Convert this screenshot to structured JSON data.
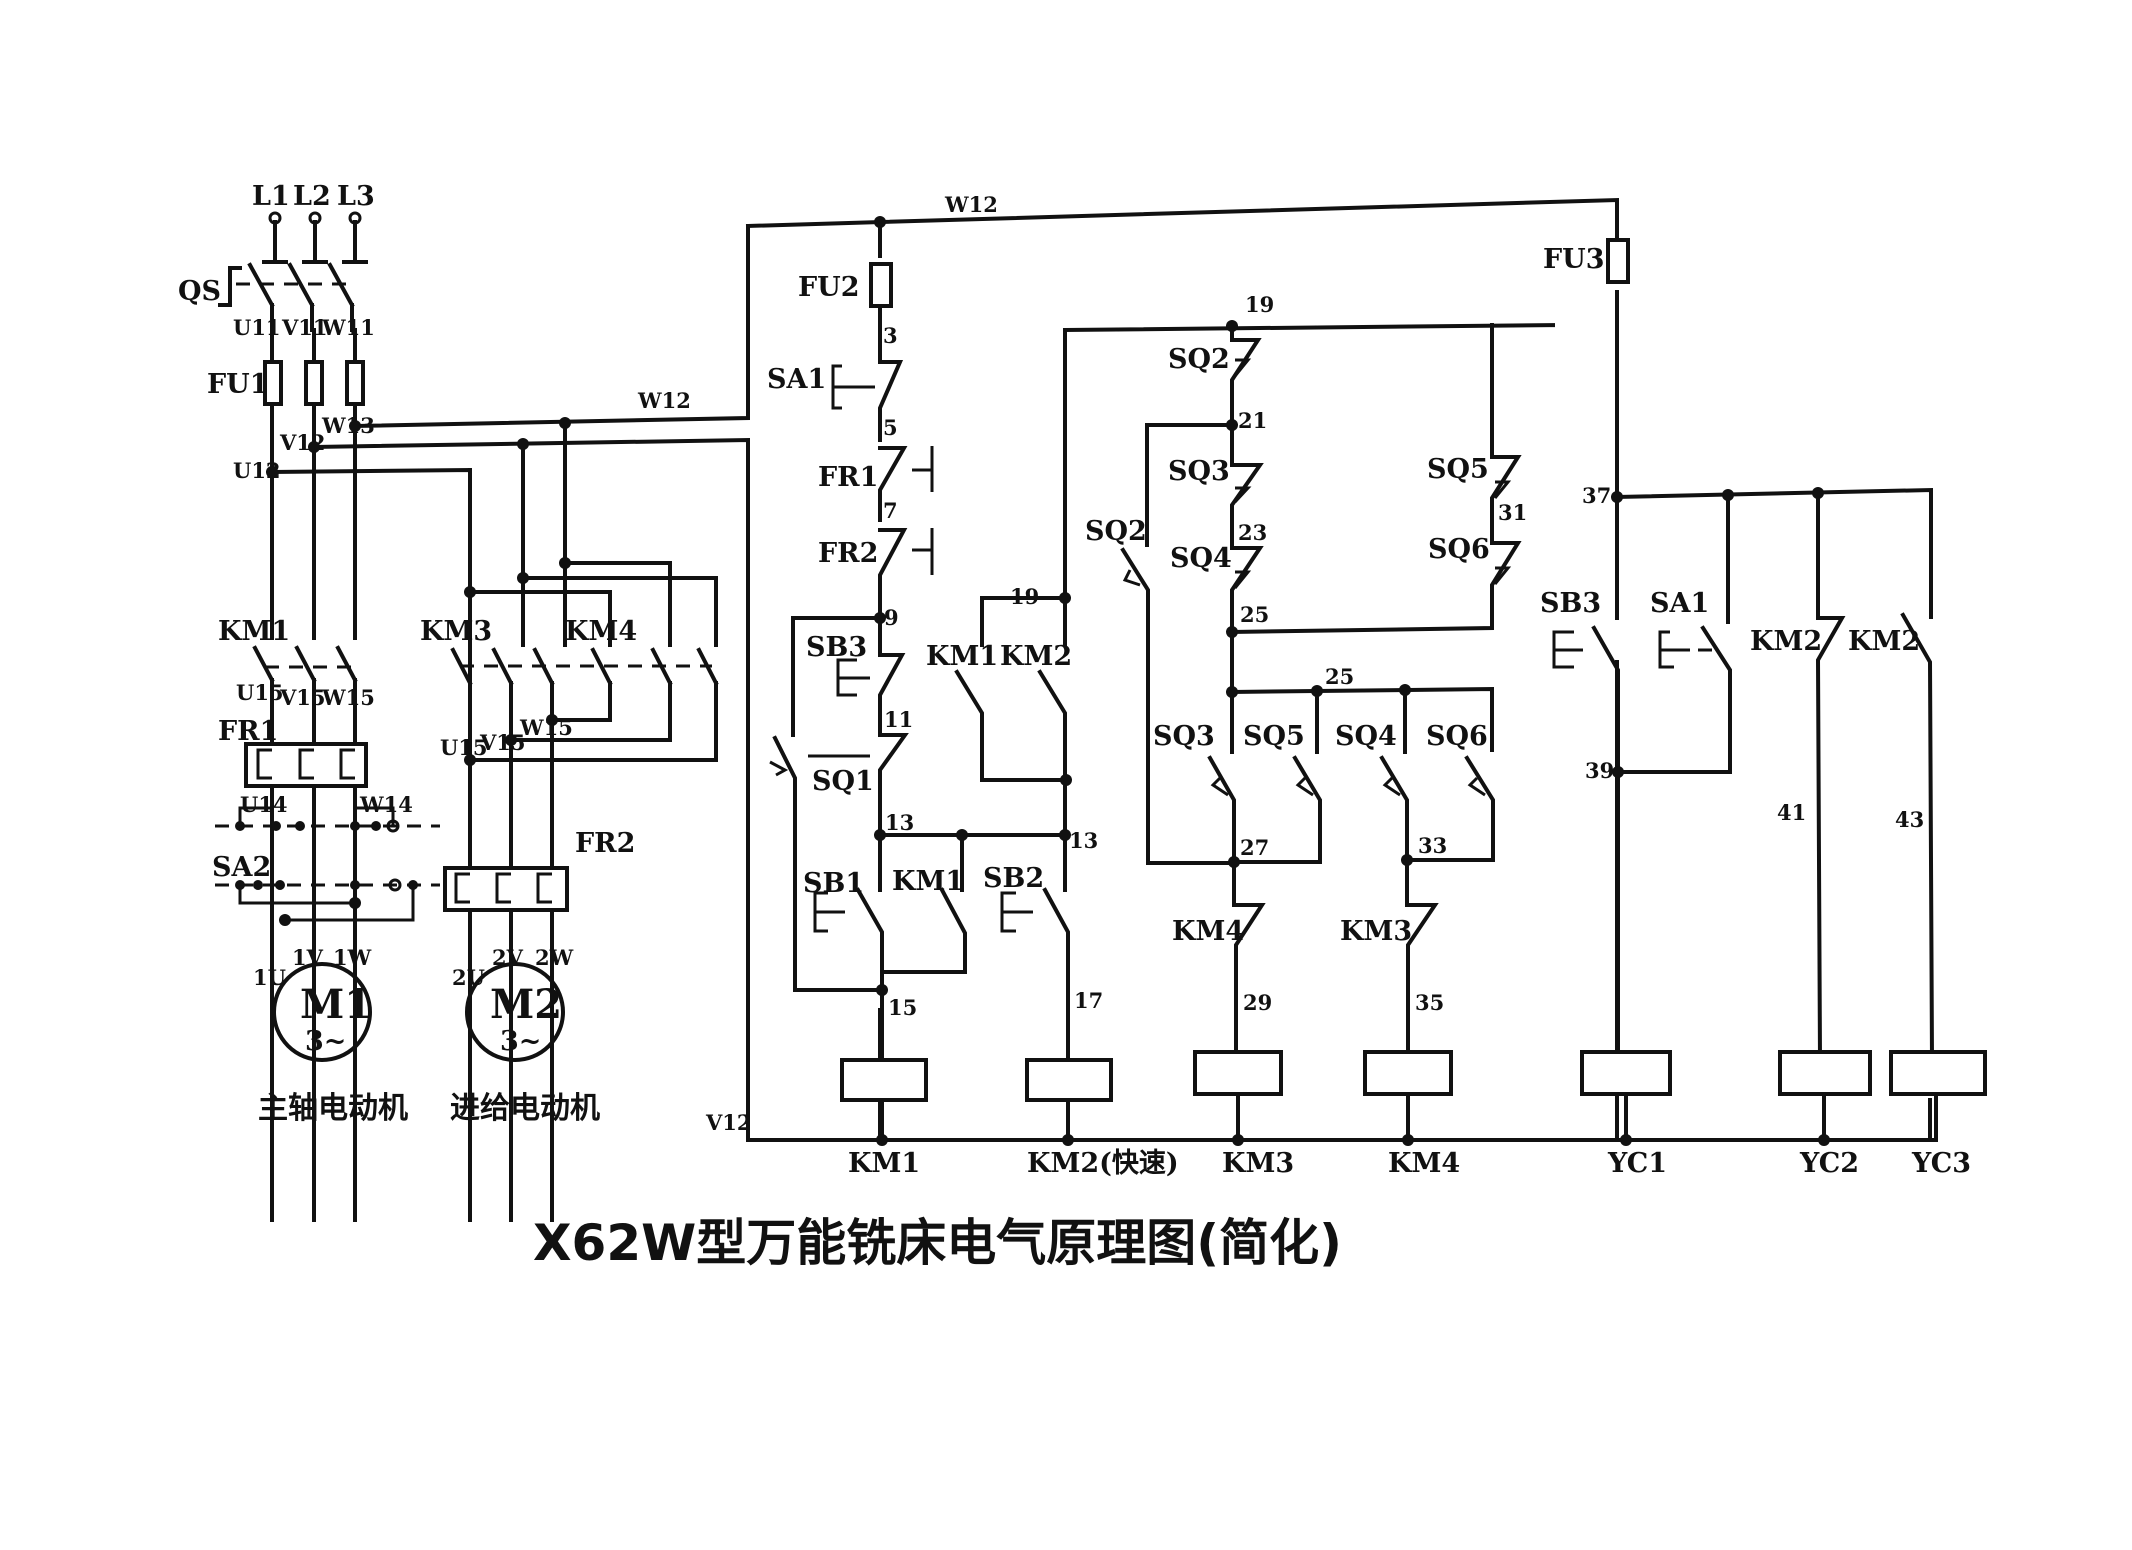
{
  "title": "X62W型万能铣床电气原理图(简化)",
  "power": {
    "phases": [
      "L1",
      "L2",
      "L3"
    ],
    "switch": "QS",
    "fuse": "FU1",
    "wires_after_qs": [
      "U11",
      "V11",
      "W11"
    ],
    "wires_after_fu1": [
      "U12",
      "V12",
      "W13"
    ],
    "bus_label": "W12"
  },
  "spindle": {
    "contactor": "KM1",
    "wires": [
      "U15",
      "V15",
      "W15"
    ],
    "overload": "FR1",
    "wires2": [
      "U14",
      "W14"
    ],
    "reverse_switch": "SA2",
    "terminals": [
      "1U",
      "1V",
      "1W"
    ],
    "motor": "M1",
    "motor_type": "3~",
    "caption": "主轴电动机"
  },
  "feed": {
    "contactor_fwd": "KM3",
    "contactor_rev": "KM4",
    "wires": [
      "U15",
      "V15",
      "W15"
    ],
    "overload": "FR2",
    "terminals": [
      "2U",
      "2V",
      "2W"
    ],
    "motor": "M2",
    "motor_type": "3~",
    "caption": "进给电动机"
  },
  "control": {
    "top_wire": "W12",
    "return_wire": "V12",
    "fuse": "FU2",
    "fuse3": "FU3",
    "components": {
      "sa1": "SA1",
      "fr1": "FR1",
      "fr2": "FR2",
      "sb3": "SB3",
      "sq1": "SQ1",
      "sb1": "SB1",
      "km1_hold": "KM1",
      "sb2": "SB2",
      "km1_aux": "KM1",
      "km2_aux": "KM2",
      "sq2_nc": "SQ2",
      "sq3_nc": "SQ3",
      "sq4_nc": "SQ4",
      "sq5_nc": "SQ5",
      "sq6_nc": "SQ6",
      "sq2_no": "SQ2",
      "sq3_no": "SQ3",
      "sq5_no": "SQ5",
      "sq4_no": "SQ4",
      "sq6_no": "SQ6",
      "km4_il": "KM4",
      "km3_il": "KM3",
      "sb3_r": "SB3",
      "sa1_r": "SA1",
      "km2_nc": "KM2",
      "km2_no": "KM2"
    },
    "nodes": [
      "3",
      "5",
      "7",
      "9",
      "11",
      "13",
      "13",
      "15",
      "17",
      "19",
      "19",
      "21",
      "23",
      "25",
      "25",
      "27",
      "29",
      "31",
      "33",
      "35",
      "37",
      "39",
      "41",
      "43"
    ],
    "coils": [
      "KM1",
      "KM2(快速)",
      "KM3",
      "KM4",
      "YC1",
      "YC2",
      "YC3"
    ]
  }
}
